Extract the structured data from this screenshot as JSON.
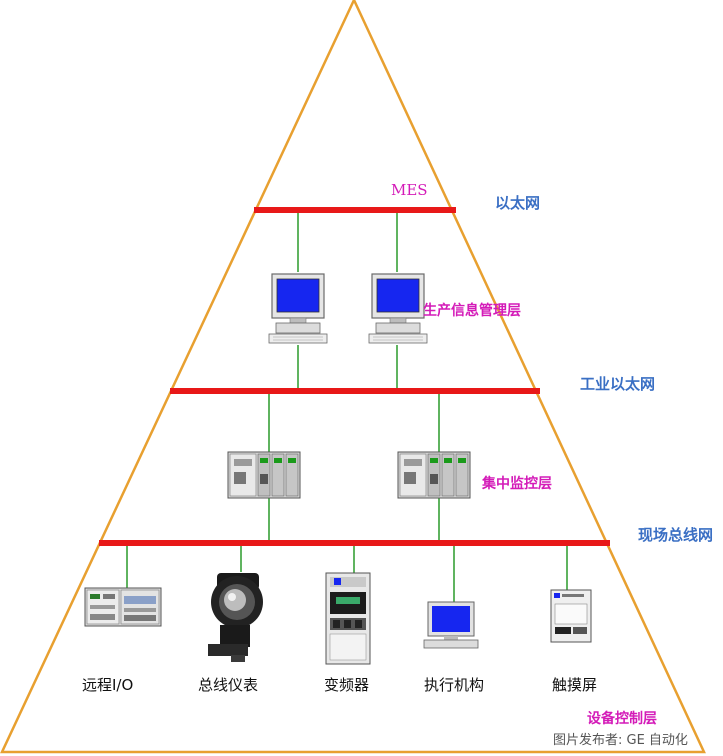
{
  "colors": {
    "pyramid": "#e8a030",
    "bus": "#e81818",
    "link": "#2a9a2a",
    "network_label": "#3a6fc4",
    "layer_label": "#d41bb8",
    "screen": "#1626f0"
  },
  "networks": {
    "ethernet": "以太网",
    "industrial_ethernet": "工业以太网",
    "fieldbus": "现场总线网"
  },
  "layers": {
    "mes": "MES",
    "production_management": "生产信息管理层",
    "central_monitoring": "集中监控层",
    "device_control": "设备控制层"
  },
  "devices": {
    "remote_io": "远程I/O",
    "bus_instrument": "总线仪表",
    "inverter": "变频器",
    "actuator": "执行机构",
    "touch_screen": "触摸屏"
  },
  "credit": "图片发布者: GE 自动化"
}
